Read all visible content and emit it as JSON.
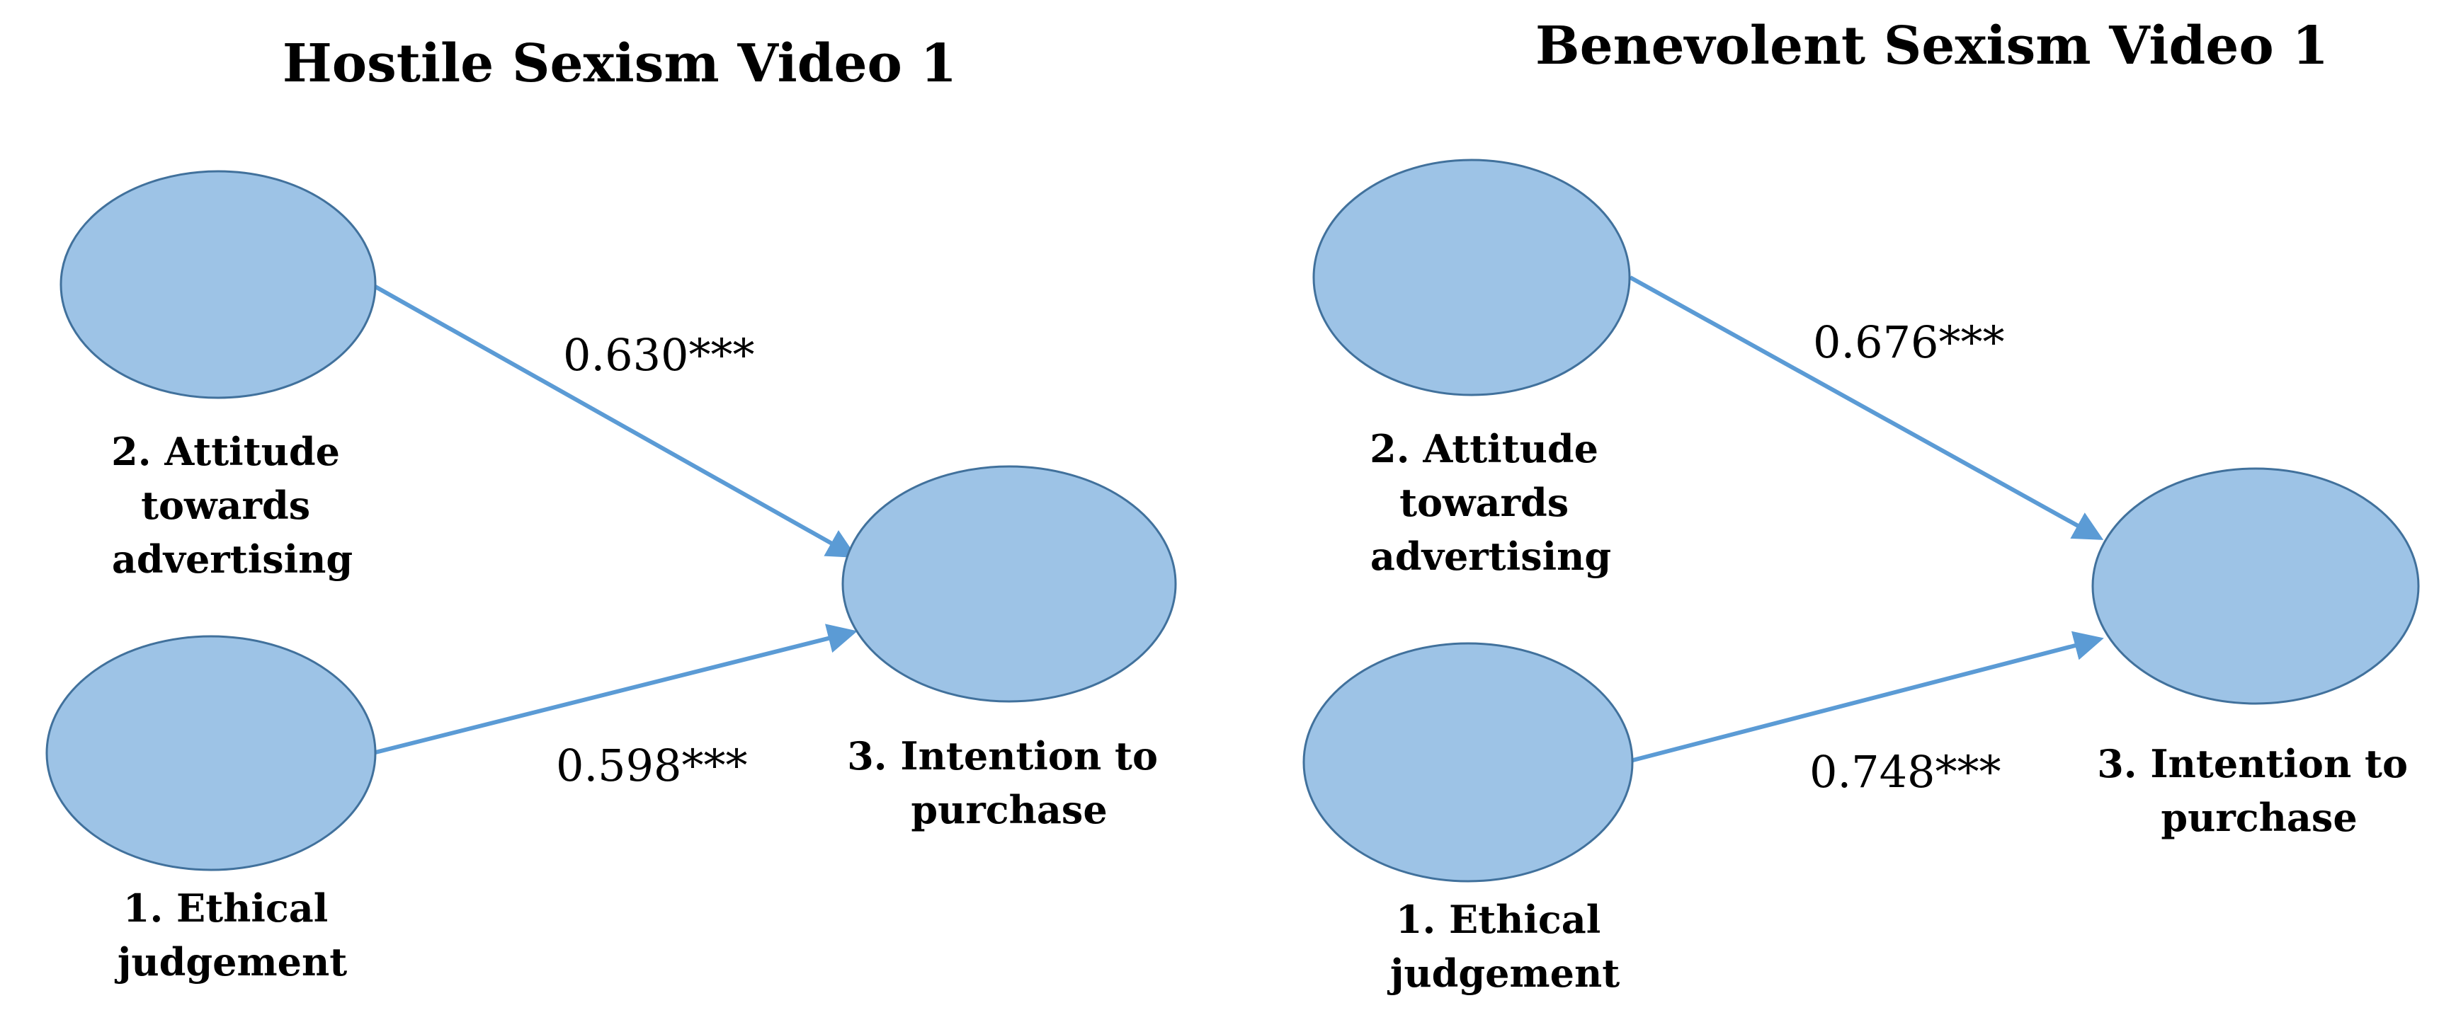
{
  "colors": {
    "node_fill": "#9dc3e6",
    "node_stroke": "#41719c",
    "arrow": "#5b9bd5",
    "text": "#000000"
  },
  "panels": [
    {
      "title": "Hostile Sexism Video 1",
      "nodes": {
        "attitude": [
          "2. Attitude",
          "towards",
          "advertising"
        ],
        "ethical": [
          "1. Ethical",
          "judgement"
        ],
        "intention": [
          "3. Intention to",
          "purchase"
        ]
      },
      "paths": {
        "attitude_to_intention": "0.630***",
        "ethical_to_intention": "0.598***"
      }
    },
    {
      "title": "Benevolent Sexism Video 1",
      "nodes": {
        "attitude": [
          "2. Attitude",
          "towards",
          "advertising"
        ],
        "ethical": [
          "1. Ethical",
          "judgement"
        ],
        "intention": [
          "3. Intention to",
          "purchase"
        ]
      },
      "paths": {
        "attitude_to_intention": "0.676***",
        "ethical_to_intention": "0.748***"
      }
    }
  ]
}
